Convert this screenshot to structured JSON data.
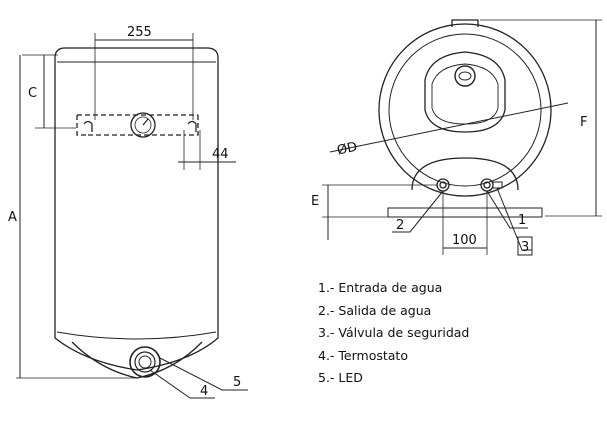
{
  "front_view": {
    "dimensions": {
      "width_spacing": "255",
      "offset": "44",
      "bracket_height": "C",
      "total_height": "A"
    },
    "callouts": {
      "thermostat": "4",
      "led": "5"
    }
  },
  "side_view": {
    "dimensions": {
      "diameter": "ØD",
      "height": "F",
      "pipe_height": "E",
      "pipe_spacing": "100"
    },
    "callouts": {
      "outlet": "2",
      "inlet": "1",
      "valve": "3"
    }
  },
  "legend": {
    "items": [
      "1.- Entrada de agua",
      "2.- Salida de agua",
      "3.- Válvula de seguridad",
      "4.- Termostato",
      "5.- LED"
    ]
  }
}
